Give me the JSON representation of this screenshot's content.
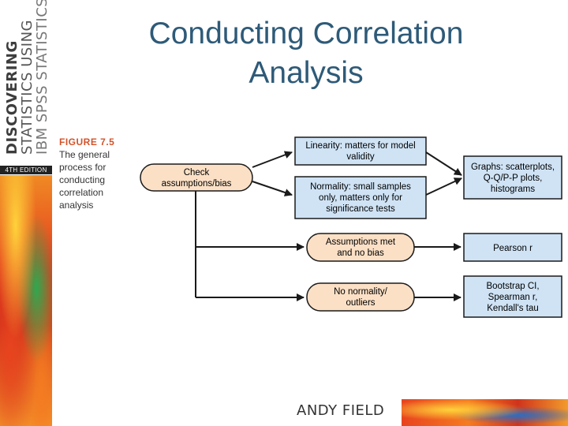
{
  "slide": {
    "title_line1": "Conducting Correlation",
    "title_line2": "Analysis",
    "footer_author": "ANDY FIELD"
  },
  "book_spine": {
    "line1": "DISCOVERING",
    "line2": "STATISTICS USING",
    "line3": "IBM SPSS STATISTICS",
    "edition": "4TH EDITION"
  },
  "caption": {
    "figure": "FIGURE 7.5",
    "lines": [
      "The general",
      "process for",
      "conducting",
      "correlation",
      "analysis"
    ]
  },
  "colors": {
    "title": "#2e5a78",
    "blue_box": "#cfe3f5",
    "orange_box": "#fbe0c6",
    "border": "#1a1a1a"
  },
  "diagram": {
    "start": [
      "Check",
      "assumptions/bias"
    ],
    "linearity": [
      "Linearity: matters for model",
      "validity"
    ],
    "normality": [
      "Normality: small samples",
      "only, matters only for",
      "significance tests"
    ],
    "graphs": [
      "Graphs: scatterplots,",
      "Q-Q/P-P plots,",
      "histograms"
    ],
    "met": [
      "Assumptions met",
      "and no bias"
    ],
    "pearson": "Pearson r",
    "notmet": [
      "No normality/",
      "outliers"
    ],
    "robust": [
      "Bootstrap CI,",
      "Spearman r,",
      "Kendall's tau"
    ]
  }
}
